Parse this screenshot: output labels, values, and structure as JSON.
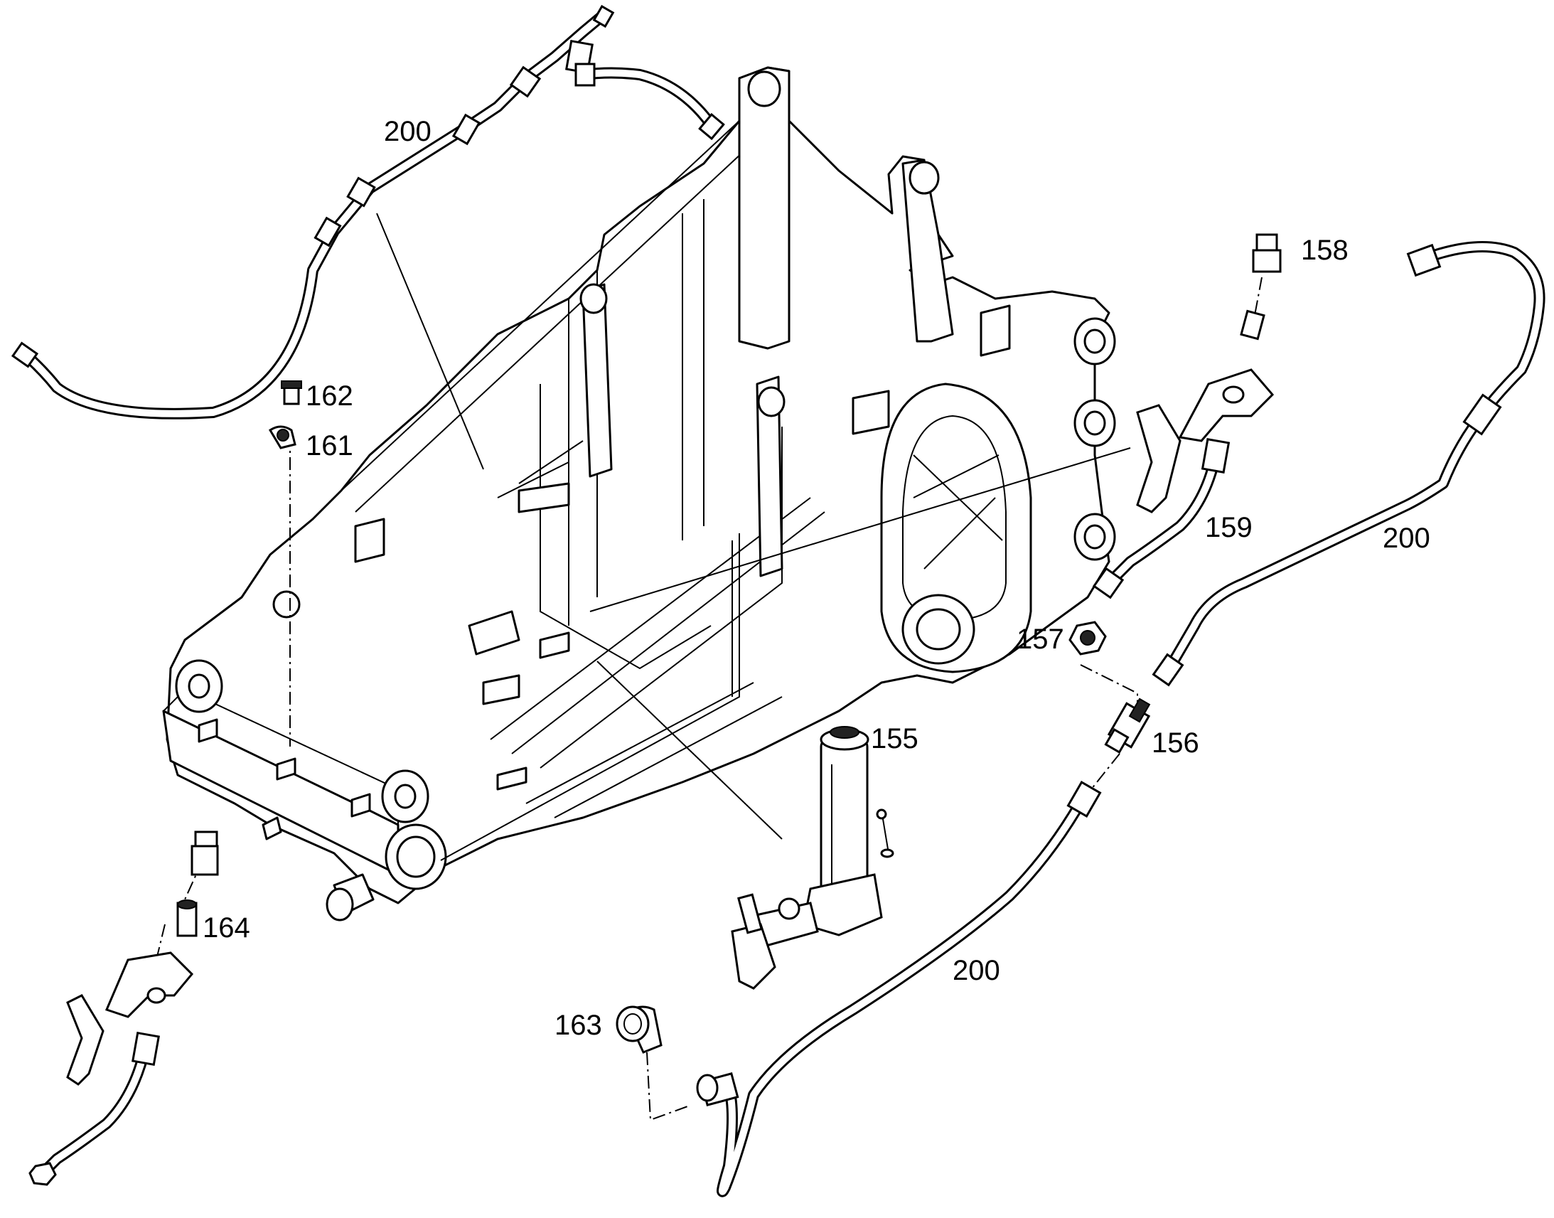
{
  "diagram": {
    "callouts": {
      "c155": "155",
      "c156": "156",
      "c157": "157",
      "c158": "158",
      "c159": "159",
      "c161": "161",
      "c162": "162",
      "c163": "163",
      "c164": "164",
      "c200_top": "200",
      "c200_right": "200",
      "c200_bottom": "200"
    },
    "colors": {
      "line": "#000000",
      "background": "#ffffff"
    }
  }
}
